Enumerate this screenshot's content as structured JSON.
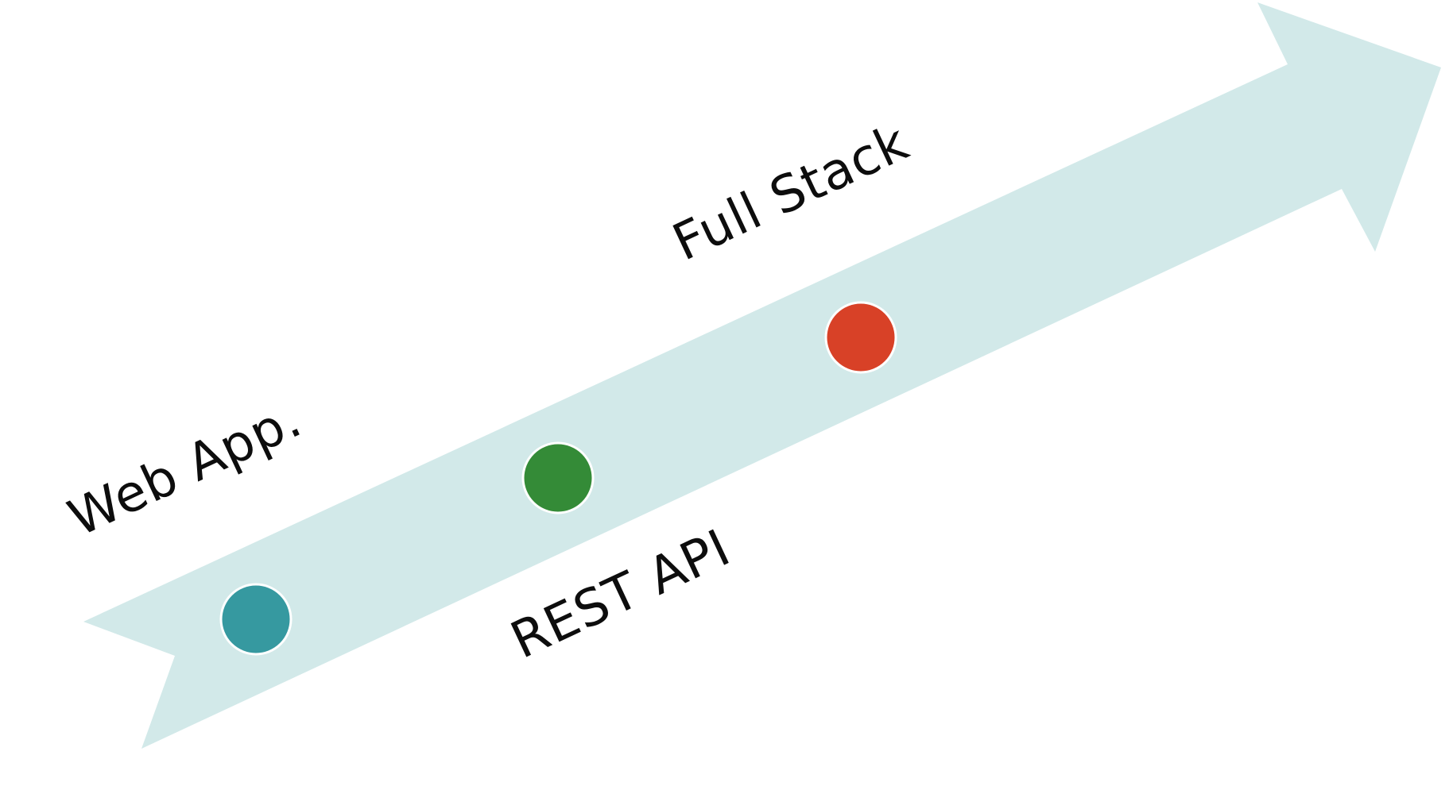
{
  "diagram": {
    "colors": {
      "arrow": "#d2e9e9",
      "background": "#ffffff",
      "text": "#0d0d0d"
    },
    "milestones": [
      {
        "label": "Web App.",
        "color": "#3699a0"
      },
      {
        "label": "REST API",
        "color": "#348b37"
      },
      {
        "label": "Full Stack",
        "color": "#d84127"
      }
    ]
  }
}
